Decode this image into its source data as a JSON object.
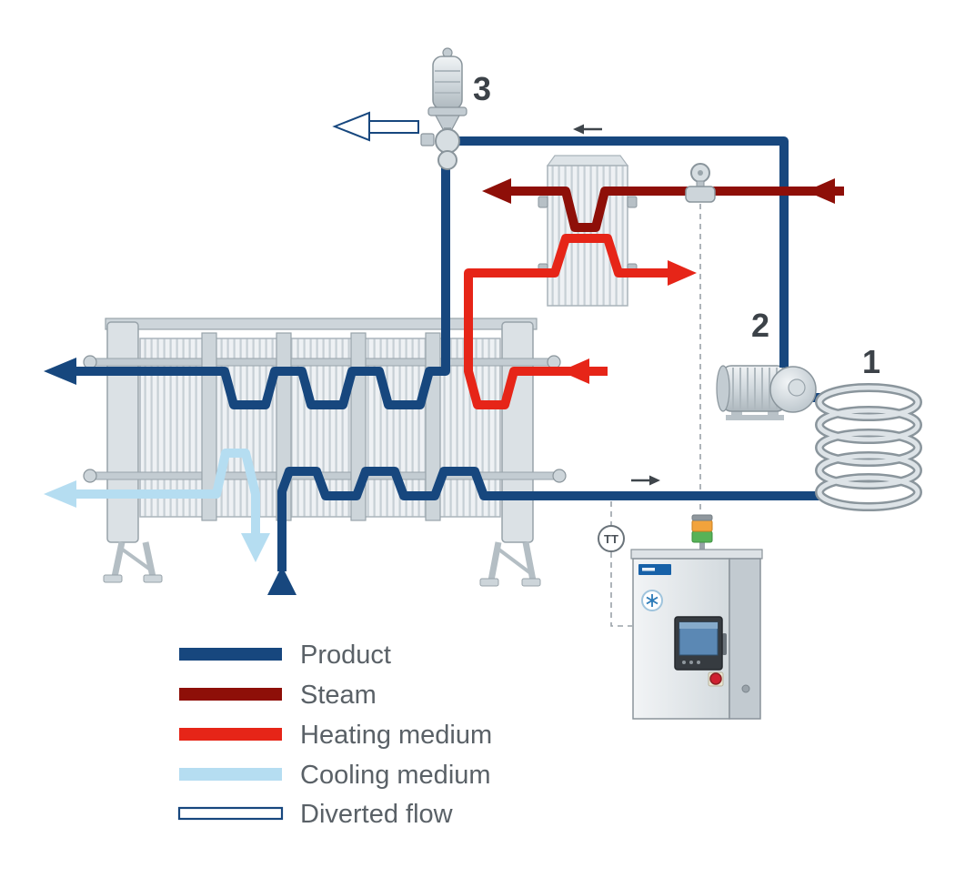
{
  "colors": {
    "product": "#17477E",
    "steam": "#8E0F08",
    "heating": "#E62518",
    "cooling": "#B5DDF1",
    "diverted_stroke": "#17477E"
  },
  "labels": {
    "holding_coil": "1",
    "pump": "2",
    "divert_valve": "3",
    "temperature_transmitter": "TT"
  },
  "legend": {
    "items": [
      {
        "label": "Product",
        "color": "#17477E",
        "style": "solid"
      },
      {
        "label": "Steam",
        "color": "#8E0F08",
        "style": "solid"
      },
      {
        "label": "Heating medium",
        "color": "#E62518",
        "style": "solid"
      },
      {
        "label": "Cooling medium",
        "color": "#B5DDF1",
        "style": "solid"
      },
      {
        "label": "Diverted flow",
        "color": "#FFFFFF",
        "style": "outlined"
      }
    ]
  }
}
